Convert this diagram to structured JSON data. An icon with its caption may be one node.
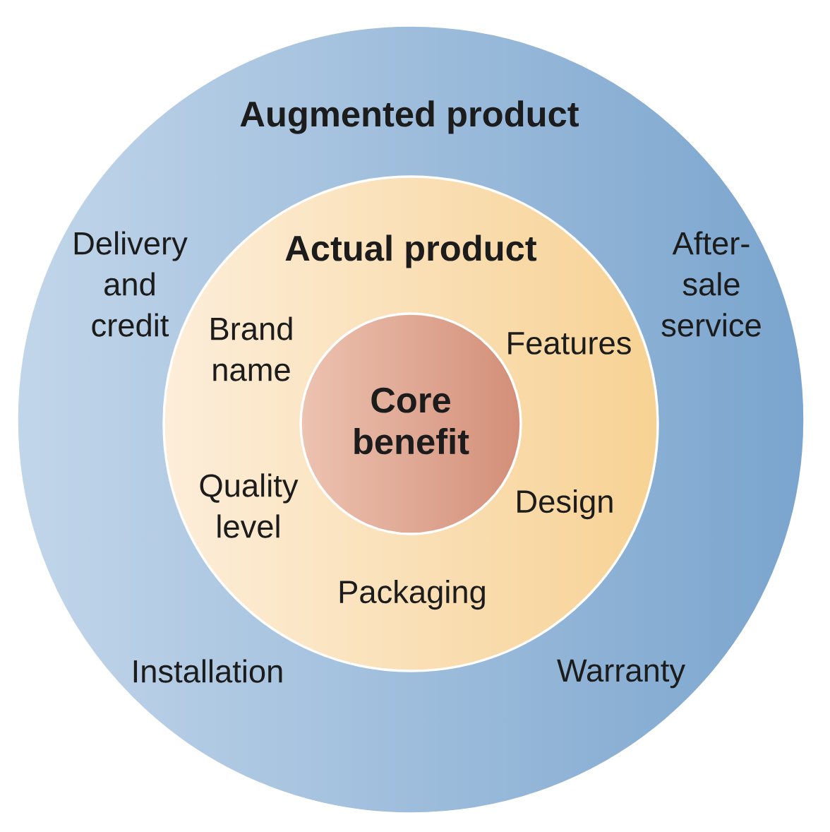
{
  "diagram": {
    "nodes": [
      {
        "text": [
          "Augmented product",
          "Delivery and credit",
          "After-sale service",
          "Installation",
          "Warranty"
        ]
      },
      {
        "text": [
          "Actual product",
          "Brand name",
          "Features",
          "Quality level",
          "Design",
          "Packaging"
        ],
        "in": 0
      },
      {
        "text": [
          "Core benefit"
        ],
        "in": 1
      }
    ]
  }
}
